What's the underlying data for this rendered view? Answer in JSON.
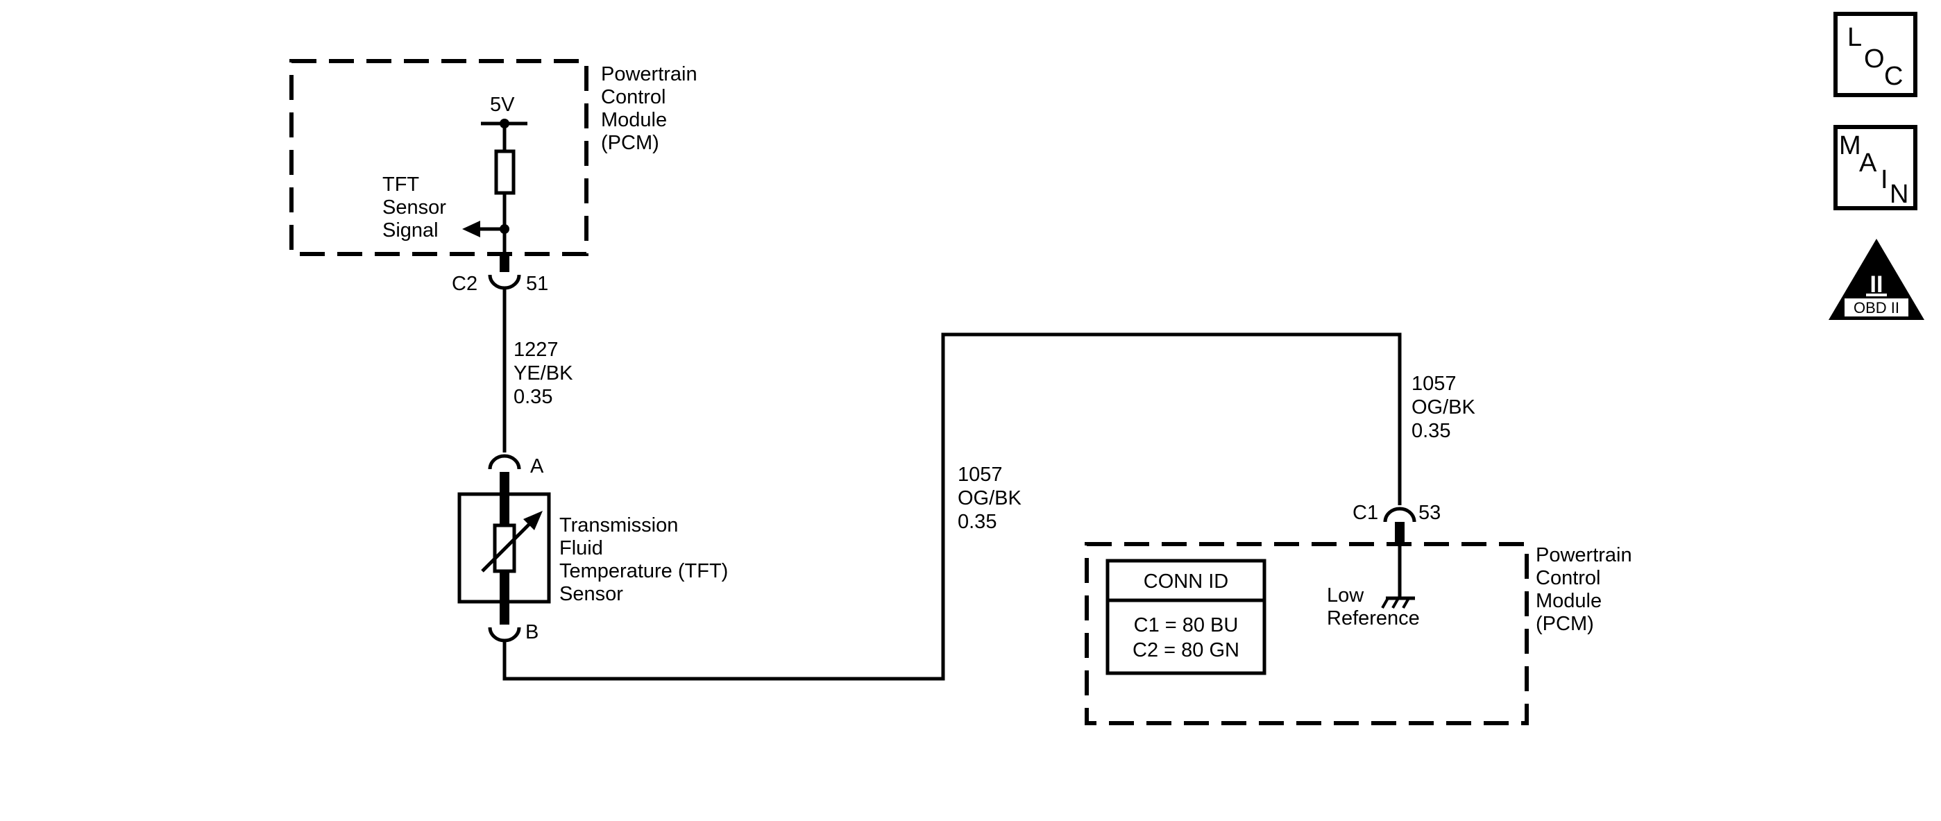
{
  "pcm_top": {
    "name_lines": [
      "Powertrain",
      "Control",
      "Module",
      "(PCM)"
    ],
    "voltage": "5V",
    "signal_lines": [
      "TFT",
      "Sensor",
      "Signal"
    ],
    "connector": "C2",
    "pin": "51"
  },
  "wire_1227": {
    "lines": [
      "1227",
      "YE/BK",
      "0.35"
    ]
  },
  "sensor": {
    "name_lines": [
      "Transmission",
      "Fluid",
      "Temperature (TFT)",
      "Sensor"
    ],
    "pin_a": "A",
    "pin_b": "B"
  },
  "wire_1057_left": {
    "lines": [
      "1057",
      "OG/BK",
      "0.35"
    ]
  },
  "wire_1057_right": {
    "lines": [
      "1057",
      "OG/BK",
      "0.35"
    ]
  },
  "pcm_bottom": {
    "connector": "C1",
    "pin": "53",
    "ground_lines": [
      "Low",
      "Reference"
    ],
    "name_lines": [
      "Powertrain",
      "Control",
      "Module",
      "(PCM)"
    ],
    "conn_id": {
      "title": "CONN ID",
      "rows": [
        "C1 = 80 BU",
        "C2 = 80 GN"
      ]
    }
  },
  "nav": {
    "loc": {
      "letters": [
        "L",
        "O",
        "C"
      ]
    },
    "main": {
      "letters": [
        "M",
        "A",
        "I",
        "N"
      ]
    },
    "obd": {
      "numeral": "II",
      "label": "OBD II"
    }
  }
}
